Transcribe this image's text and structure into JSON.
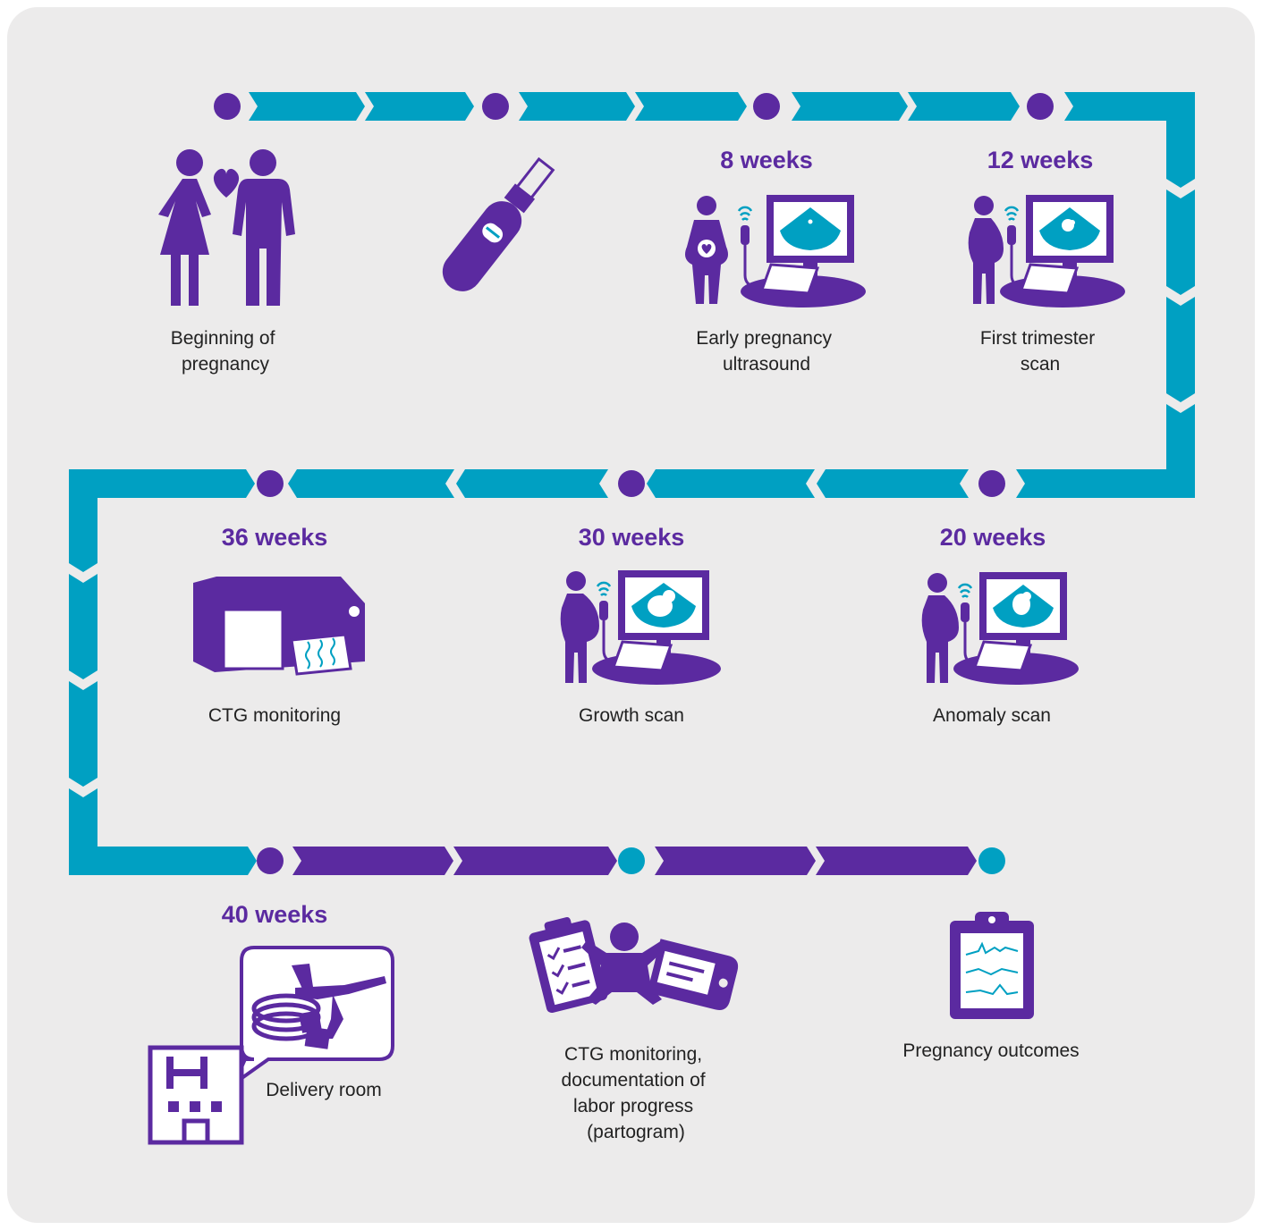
{
  "colors": {
    "teal": "#00a0c2",
    "purple": "#5b2aa0",
    "background": "#ecebeb",
    "text": "#222222"
  },
  "milestones": [
    {
      "id": "m1",
      "weeks": "",
      "label": [
        "Beginning of",
        "pregnancy"
      ],
      "icon": "couple-heart-icon",
      "marker_color": "purple"
    },
    {
      "id": "m2",
      "weeks": "",
      "label": [],
      "icon": "pregnancy-test-icon",
      "marker_color": "purple"
    },
    {
      "id": "m3",
      "weeks": "8 weeks",
      "label": [
        "Early pregnancy",
        "ultrasound"
      ],
      "icon": "ultrasound-early-icon",
      "marker_color": "purple"
    },
    {
      "id": "m4",
      "weeks": "12 weeks",
      "label": [
        "First trimester",
        "scan"
      ],
      "icon": "ultrasound-first-trimester-icon",
      "marker_color": "purple"
    },
    {
      "id": "m5",
      "weeks": "20 weeks",
      "label": [
        "Anomaly scan"
      ],
      "icon": "ultrasound-anomaly-icon",
      "marker_color": "purple"
    },
    {
      "id": "m6",
      "weeks": "30 weeks",
      "label": [
        "Growth scan"
      ],
      "icon": "ultrasound-growth-icon",
      "marker_color": "purple"
    },
    {
      "id": "m7",
      "weeks": "36 weeks",
      "label": [
        "CTG monitoring"
      ],
      "icon": "ctg-monitor-icon",
      "marker_color": "purple"
    },
    {
      "id": "m8",
      "weeks": "40 weeks",
      "label": [
        "Delivery room"
      ],
      "icon": "hospital-delivery-room-icon",
      "marker_color": "purple"
    },
    {
      "id": "m9",
      "weeks": "",
      "label": [
        "CTG monitoring,",
        "documentation of",
        "labor progress",
        "(partogram)"
      ],
      "icon": "labor-documentation-icon",
      "marker_color": "teal"
    },
    {
      "id": "m10",
      "weeks": "",
      "label": [
        "Pregnancy outcomes"
      ],
      "icon": "outcomes-clipboard-icon",
      "marker_color": "teal"
    }
  ]
}
